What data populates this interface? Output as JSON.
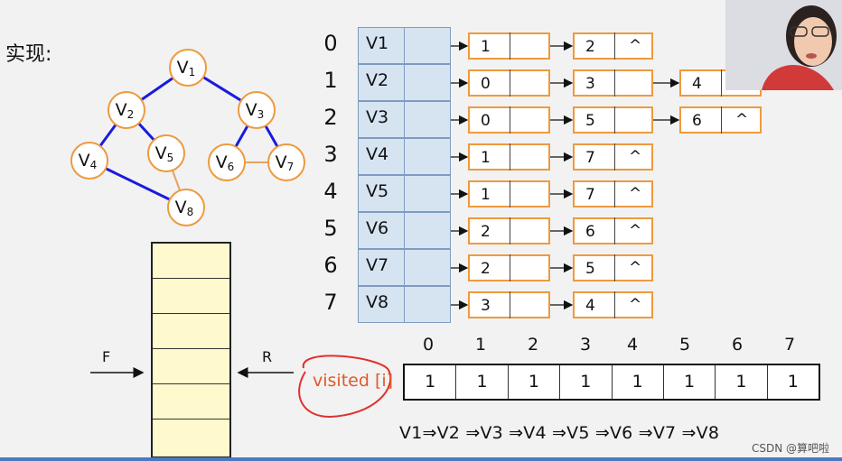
{
  "heading": "实现:",
  "graph": {
    "vertices": [
      {
        "id": "v1",
        "base": "V",
        "sub": "1"
      },
      {
        "id": "v2",
        "base": "V",
        "sub": "2"
      },
      {
        "id": "v3",
        "base": "V",
        "sub": "3"
      },
      {
        "id": "v4",
        "base": "V",
        "sub": "4"
      },
      {
        "id": "v5",
        "base": "V",
        "sub": "5"
      },
      {
        "id": "v6",
        "base": "V",
        "sub": "6"
      },
      {
        "id": "v7",
        "base": "V",
        "sub": "7"
      },
      {
        "id": "v8",
        "base": "V",
        "sub": "8"
      }
    ],
    "edges": [
      {
        "from": "v1",
        "to": "v2",
        "traversed": true
      },
      {
        "from": "v1",
        "to": "v3",
        "traversed": true
      },
      {
        "from": "v2",
        "to": "v4",
        "traversed": true
      },
      {
        "from": "v2",
        "to": "v5",
        "traversed": true
      },
      {
        "from": "v3",
        "to": "v6",
        "traversed": true
      },
      {
        "from": "v3",
        "to": "v7",
        "traversed": true
      },
      {
        "from": "v4",
        "to": "v8",
        "traversed": true
      },
      {
        "from": "v5",
        "to": "v8",
        "traversed": false
      },
      {
        "from": "v6",
        "to": "v7",
        "traversed": false
      }
    ],
    "traversed_color": "#1a1adf",
    "other_color": "#e7a262"
  },
  "adjacency": {
    "rows": [
      {
        "index": "0",
        "vertex": "V1",
        "list": [
          "1",
          "2"
        ]
      },
      {
        "index": "1",
        "vertex": "V2",
        "list": [
          "0",
          "3",
          "4"
        ]
      },
      {
        "index": "2",
        "vertex": "V3",
        "list": [
          "0",
          "5",
          "6"
        ]
      },
      {
        "index": "3",
        "vertex": "V4",
        "list": [
          "1",
          "7"
        ]
      },
      {
        "index": "4",
        "vertex": "V5",
        "list": [
          "1",
          "7"
        ]
      },
      {
        "index": "5",
        "vertex": "V6",
        "list": [
          "2",
          "6"
        ]
      },
      {
        "index": "6",
        "vertex": "V7",
        "list": [
          "2",
          "5"
        ]
      },
      {
        "index": "7",
        "vertex": "V8",
        "list": [
          "3",
          "4"
        ]
      }
    ],
    "null_marker": "^"
  },
  "queue": {
    "front_label": "F",
    "rear_label": "R"
  },
  "visited": {
    "label": "visited [i]",
    "indices": [
      "0",
      "1",
      "2",
      "3",
      "4",
      "5",
      "6",
      "7"
    ],
    "values": [
      "1",
      "1",
      "1",
      "1",
      "1",
      "1",
      "1",
      "1"
    ]
  },
  "traversal_order": "V1⇒V2 ⇒V3 ⇒V4 ⇒V5 ⇒V6 ⇒V7 ⇒V8",
  "watermark": "CSDN @算吧啦"
}
